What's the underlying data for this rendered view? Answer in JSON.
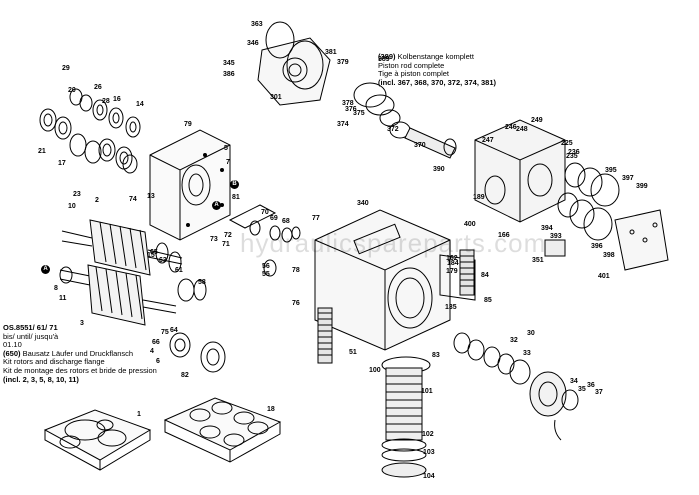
{
  "watermark": "hydraulicspareparts.com",
  "parts": [
    "1",
    "2",
    "3",
    "4",
    "5",
    "6",
    "7",
    "8",
    "10",
    "11",
    "13",
    "14",
    "15",
    "16",
    "17",
    "18",
    "20",
    "21",
    "23",
    "26",
    "28",
    "29",
    "30",
    "32",
    "33",
    "34",
    "35",
    "36",
    "37",
    "51",
    "55",
    "56",
    "58",
    "61",
    "63",
    "64",
    "65",
    "66",
    "68",
    "69",
    "70",
    "71",
    "72",
    "73",
    "74",
    "75",
    "76",
    "77",
    "78",
    "79",
    "81",
    "82",
    "83",
    "84",
    "85",
    "100",
    "101",
    "102",
    "103",
    "104",
    "135",
    "162",
    "166",
    "179",
    "184",
    "189",
    "225",
    "235",
    "236",
    "246",
    "247",
    "248",
    "249",
    "301",
    "340",
    "345",
    "346",
    "351",
    "363",
    "370",
    "372",
    "374",
    "375",
    "376",
    "378",
    "379",
    "381",
    "386",
    "389",
    "390",
    "393",
    "394",
    "395",
    "396",
    "397",
    "398",
    "399",
    "400",
    "401"
  ],
  "markers": [
    "A",
    "B"
  ],
  "note_kit_rod": {
    "ref": "(389)",
    "line1": "Kolbenstange komplett",
    "line2": "Piston rod complete",
    "line3": "Tige à piston complet",
    "incl": "(incl. 367, 368, 370, 372, 374, 381)"
  },
  "note_kit_rotor": {
    "model": "OS.8551/ 61/ 71",
    "until": "bis/ until/ jusqu'à",
    "date": "01.10",
    "ref": "(650)",
    "line1": "Bausatz Läufer und Druckflansch",
    "line2": "Kit rotors and discharge flange",
    "line3": "Kit de montage des rotors et bride de pression",
    "incl": "(incl. 2, 3, 5, 8, 10, 11)"
  }
}
